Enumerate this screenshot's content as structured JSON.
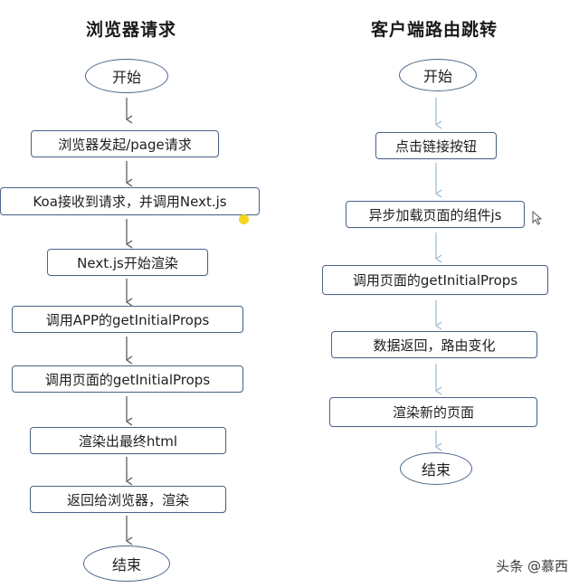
{
  "left_flow": {
    "title": "浏览器请求",
    "start": "开始",
    "steps": [
      "浏览器发起/page请求",
      "Koa接收到请求，并调用Next.js",
      "Next.js开始渲染",
      "调用APP的getInitialProps",
      "调用页面的getInitialProps",
      "渲染出最终html",
      "返回给浏览器，渲染"
    ],
    "end": "结束"
  },
  "right_flow": {
    "title": "客户端路由跳转",
    "start": "开始",
    "steps": [
      "点击链接按钮",
      "异步加载页面的组件js",
      "调用页面的getInitialProps",
      "数据返回，路由变化",
      "渲染新的页面"
    ],
    "end": "结束"
  },
  "watermark": "头条 @慕西",
  "colors": {
    "node_border": "#4a6488",
    "left_arrow": "#6b6b6b",
    "right_arrow": "#a9c4d8"
  }
}
